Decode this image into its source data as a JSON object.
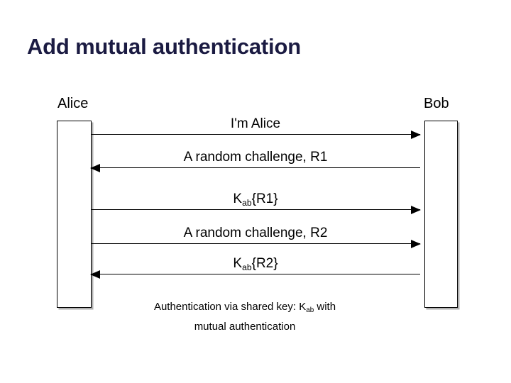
{
  "slide": {
    "title": "Add mutual authentication",
    "title_color": "#1b1b42",
    "background_color": "#ffffff"
  },
  "diagram": {
    "type": "sequence-diagram",
    "actors": [
      {
        "id": "alice",
        "label": "Alice"
      },
      {
        "id": "bob",
        "label": "Bob"
      }
    ],
    "messages": [
      {
        "index": 1,
        "label": "I'm Alice",
        "label_base": "I'm Alice",
        "label_sub": "",
        "label_tail": "",
        "direction": "right",
        "from": "Alice",
        "to": "Bob"
      },
      {
        "index": 2,
        "label": "A random challenge, R1",
        "label_base": "A random challenge, R1",
        "label_sub": "",
        "label_tail": "",
        "direction": "left",
        "from": "Bob",
        "to": "Alice"
      },
      {
        "index": 3,
        "label": "Kab{R1}",
        "label_base": "K",
        "label_sub": "ab",
        "label_tail": "{R1}",
        "direction": "right",
        "from": "Alice",
        "to": "Bob"
      },
      {
        "index": 4,
        "label": "A random challenge, R2",
        "label_base": "A random challenge, R2",
        "label_sub": "",
        "label_tail": "",
        "direction": "right",
        "from": "Alice",
        "to": "Bob"
      },
      {
        "index": 5,
        "label": "Kab{R2}",
        "label_base": "K",
        "label_sub": "ab",
        "label_tail": "{R2}",
        "direction": "left",
        "from": "Bob",
        "to": "Alice"
      }
    ],
    "caption": {
      "line1_base": "Authentication via shared key: K",
      "line1_sub": "ab",
      "line1_tail": " with",
      "line2": "mutual authentication"
    }
  }
}
